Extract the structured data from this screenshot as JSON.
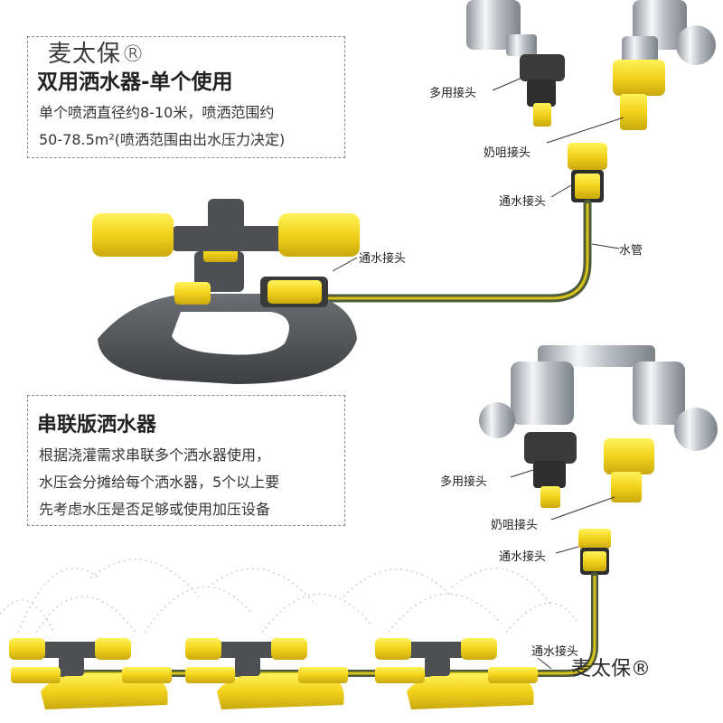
{
  "top_box": {
    "brand": "麦太保®",
    "title": "双用洒水器-单个使用",
    "desc_line1": "单个喷洒直径约8-10米，喷洒范围约",
    "desc_line2": "50-78.5m²(喷洒范围由出水压力决定)"
  },
  "bottom_box": {
    "title": "串联版洒水器",
    "desc_line1": "根据浇灌需求串联多个洒水器使用，",
    "desc_line2": "水压会分摊给每个洒水器，5个以上要",
    "desc_line3": "先考虑水压是否足够或使用加压设备"
  },
  "labels": {
    "top_multi_adapter": "多用接头",
    "top_nipple": "奶咀接头",
    "top_connector_1": "通水接头",
    "top_connector_2": "通水接头",
    "top_hose": "水管",
    "bottom_multi_adapter": "多用接头",
    "bottom_nipple": "奶咀接头",
    "bottom_connector_1": "通水接头",
    "bottom_connector_2": "通水接头"
  },
  "watermark": "麦太保®",
  "colors": {
    "accent_yellow": "#f2d21b",
    "dark_gray": "#4d4f52",
    "hose_yellow": "#d8c21a",
    "chrome": "#c9ccd1",
    "spray": "#c7d0d6"
  }
}
